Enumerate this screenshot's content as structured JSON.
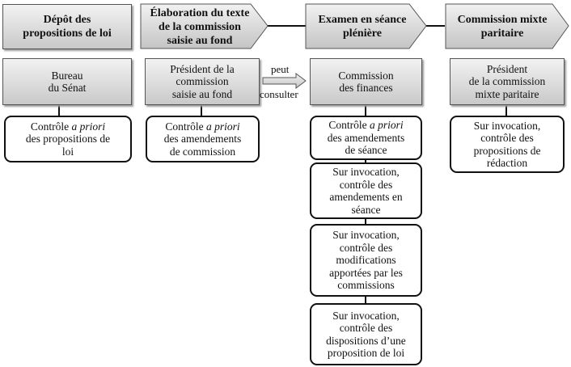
{
  "stages": [
    {
      "lines": [
        "Dépôt des",
        "propositions de loi"
      ]
    },
    {
      "lines": [
        "Élaboration du texte",
        "de la commission",
        "saisie au fond"
      ]
    },
    {
      "lines": [
        "Examen en séance",
        "plénière"
      ]
    },
    {
      "lines": [
        "Commission mixte",
        "paritaire"
      ]
    }
  ],
  "actors": [
    {
      "lines": [
        "Bureau",
        "du Sénat"
      ]
    },
    {
      "lines": [
        "Président de la",
        "commission",
        "saisie au fond"
      ]
    },
    {
      "lines": [
        "Commission",
        "des finances"
      ]
    },
    {
      "lines": [
        "Président",
        "de la commission",
        "mixte paritaire"
      ]
    }
  ],
  "arrow": {
    "top": "peut",
    "bottom": "consulter"
  },
  "controls": {
    "c1": {
      "prefix": "Contrôle ",
      "italic": "a priori",
      "lines": [
        "des propositions  de",
        "loi"
      ]
    },
    "c2": {
      "prefix": "Contrôle ",
      "italic": "a priori",
      "lines": [
        "des amendements",
        "de commission"
      ]
    },
    "c3a": {
      "prefix": "Contrôle ",
      "italic": "a priori",
      "lines": [
        "des amendements",
        "de séance"
      ]
    },
    "c3b": {
      "lines": [
        "Sur invocation,",
        "contrôle des",
        "amendements en",
        "séance"
      ]
    },
    "c3c": {
      "lines": [
        "Sur invocation,",
        "contrôle des",
        "modifications",
        "apportées par les",
        "commissions"
      ]
    },
    "c3d": {
      "lines": [
        "Sur invocation,",
        "contrôle des",
        "dispositions d’une",
        "proposition de loi"
      ]
    },
    "c4": {
      "lines": [
        "Sur invocation,",
        "contrôle des",
        "propositions de",
        "rédaction"
      ]
    }
  }
}
